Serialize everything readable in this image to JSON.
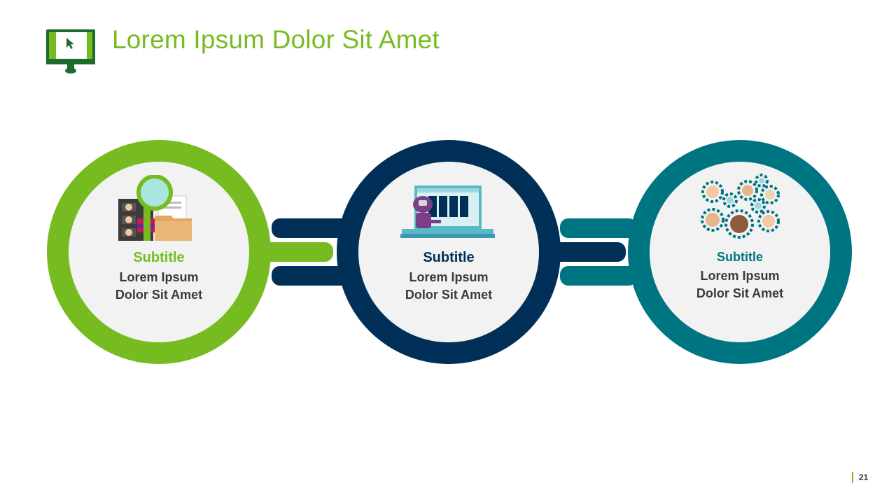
{
  "slide": {
    "title": "Lorem Ipsum Dolor Sit Amet",
    "page_number": "21"
  },
  "colors": {
    "green": "#76bc21",
    "navy": "#003057",
    "teal": "#007582",
    "circle_fill": "#f2f2f2",
    "text_dark": "#3a3a3a"
  },
  "steps": [
    {
      "subtitle": "Subtitle",
      "line1": "Lorem Ipsum",
      "line2": "Dolor Sit Amet",
      "icon": "profile-search-icon"
    },
    {
      "subtitle": "Subtitle",
      "line1": "Lorem Ipsum",
      "line2": "Dolor Sit Amet",
      "icon": "robot-laptop-icon"
    },
    {
      "subtitle": "Subtitle",
      "line1": "Lorem Ipsum",
      "line2": "Dolor Sit Amet",
      "icon": "people-gears-icon"
    }
  ]
}
